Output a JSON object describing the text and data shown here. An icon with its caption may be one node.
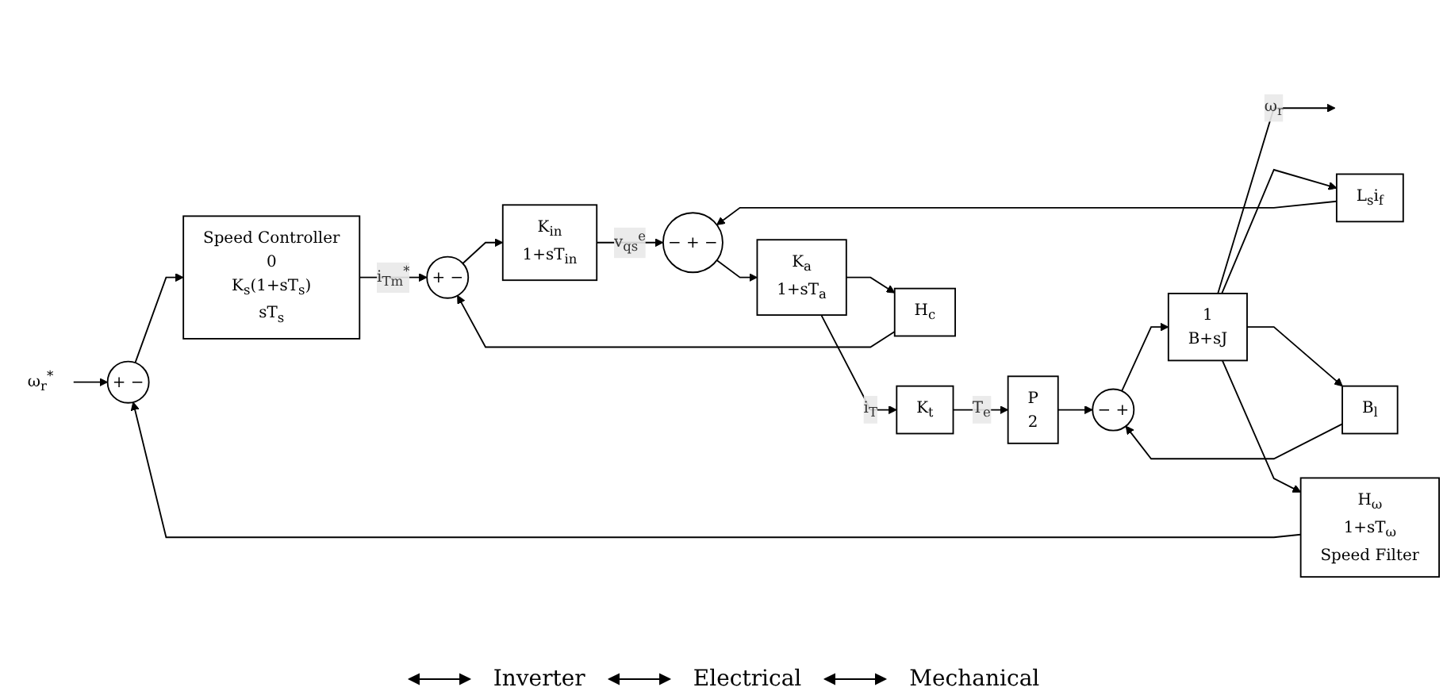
{
  "diagram": {
    "nodes": [
      {
        "text": [
          "ω$_{r}$$^{*}$"
        ]
      },
      {
        "text": [
          "+",
          "−"
        ]
      },
      {
        "text": [
          "Speed Controller",
          "0",
          "K$_{s}$(1+sT$_{s}$)",
          "sT$_{s}$"
        ]
      },
      {
        "text": [
          "+",
          "−"
        ]
      },
      {
        "text": [
          "K$_{in}$",
          "1+sT$_{in}$"
        ]
      },
      {
        "text": [
          "−",
          "+",
          "−"
        ]
      },
      {
        "text": [
          "K$_{a}$",
          "1+sT$_{a}$"
        ]
      },
      {
        "text": [
          "K$_{t}$"
        ]
      },
      {
        "text": [
          "P",
          "2"
        ]
      },
      {
        "text": [
          "−",
          "+"
        ]
      },
      {
        "text": [
          "1",
          "B+sJ"
        ]
      },
      {
        "text": [
          "L$_{s}$i$_{f}$"
        ]
      },
      {
        "text": [
          "B$_{l}$"
        ]
      },
      {
        "text": [
          "H$_{c}$"
        ]
      },
      {
        "text": [
          "H$_{ω}$",
          "1+sT$_{ω}$",
          "Speed Filter"
        ]
      }
    ],
    "edges": [
      {
        "from": 0,
        "to": 1,
        "arrow": "to"
      },
      {
        "from": 1,
        "to": 2,
        "arrow": "to"
      },
      {
        "from": 2,
        "to": 3,
        "arrow": "to",
        "label": "i$_{Tm}$$^{*}$"
      },
      {
        "from": 3,
        "to": 4,
        "arrow": "to"
      },
      {
        "from": 4,
        "to": 5,
        "arrow": "to",
        "label": "v$_{qs}$$^{e}$"
      },
      {
        "from": 5,
        "to": 6,
        "arrow": "to"
      },
      {
        "from": 6,
        "to": 7,
        "arrow": "to",
        "label": "i$_{T}$"
      },
      {
        "from": 7,
        "to": 8,
        "arrow": "to",
        "label": "T$_{e}$"
      },
      {
        "from": 8,
        "to": 9,
        "arrow": "to"
      },
      {
        "from": 9,
        "to": 10,
        "arrow": "to"
      },
      {
        "from": 10,
        "to": null,
        "arrow": "to",
        "label": "ω$_{r}$"
      },
      {
        "from": 10,
        "to": 11,
        "arrow": "to"
      },
      {
        "from": 11,
        "to": 5,
        "arrow": "to"
      },
      {
        "from": 10,
        "to": 12,
        "arrow": "to"
      },
      {
        "from": 12,
        "to": 9,
        "arrow": "to"
      },
      {
        "from": 6,
        "to": 13,
        "arrow": "to"
      },
      {
        "from": 13,
        "to": 3,
        "arrow": "to"
      },
      {
        "from": 10,
        "to": 14,
        "arrow": "to"
      },
      {
        "from": 14,
        "to": 1,
        "arrow": "to"
      }
    ],
    "labels": [
      "Inverter",
      "Electrical",
      "Mechanical"
    ]
  }
}
